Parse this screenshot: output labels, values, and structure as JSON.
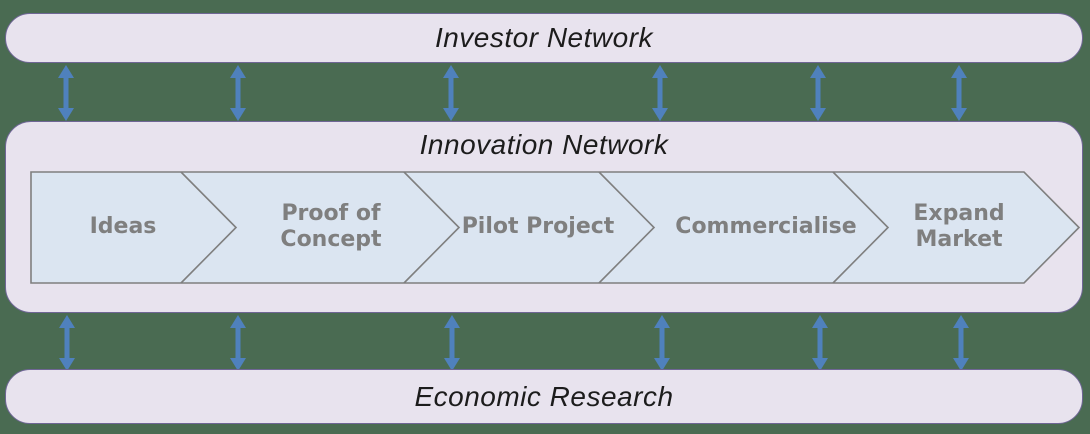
{
  "colors": {
    "background": "#4a6b52",
    "bar_fill": "#e8e3ee",
    "bar_border": "#6f6695",
    "chevron_fill": "#dbe5f1",
    "chevron_border": "#7f7f7f",
    "chevron_text": "#7f7f7f",
    "title_text": "#1c1c1c",
    "arrow": "#4f81bd"
  },
  "top_bar": {
    "label": "Investor Network"
  },
  "middle_bar": {
    "label": "Innovation Network",
    "chevrons": [
      {
        "label": "Ideas"
      },
      {
        "label": "Proof of Concept"
      },
      {
        "label": "Pilot Project"
      },
      {
        "label": "Commercialise"
      },
      {
        "label": "Expand Market"
      }
    ]
  },
  "bottom_bar": {
    "label": "Economic Research"
  },
  "connectors": {
    "type": "double-headed-vertical-arrow",
    "top_row_count": 6,
    "bottom_row_count": 6
  }
}
